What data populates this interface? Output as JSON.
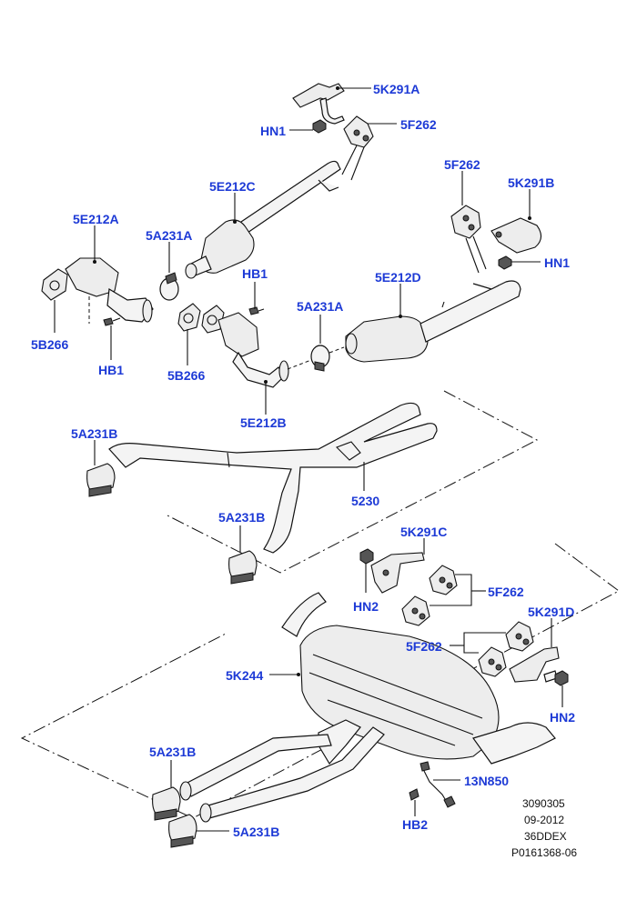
{
  "colors": {
    "label": "#1d3ad6",
    "line": "#111111",
    "part_fill": "#ededed"
  },
  "labels": {
    "5K291A": "5K291A",
    "HN1_top": "HN1",
    "5F262_top": "5F262",
    "5E212C": "5E212C",
    "5F262_right": "5F262",
    "5K291B": "5K291B",
    "HN1_right": "HN1",
    "5E212A": "5E212A",
    "5A231A_left": "5A231A",
    "HB1_right": "HB1",
    "5E212D": "5E212D",
    "5B266_left": "5B266",
    "HB1_left": "HB1",
    "5A231A_right": "5A231A",
    "5B266_mid": "5B266",
    "5E212B": "5E212B",
    "5A231B_top": "5A231B",
    "5230": "5230",
    "5A231B_mid": "5A231B",
    "5K291C": "5K291C",
    "5F262_c": "5F262",
    "HN2_left": "HN2",
    "5K291D": "5K291D",
    "5F262_d": "5F262",
    "5K244": "5K244",
    "HN2_right": "HN2",
    "5A231B_low": "5A231B",
    "13N850": "13N850",
    "HB2": "HB2",
    "5A231B_bottom": "5A231B"
  },
  "caption": {
    "code": "3090305",
    "date": "09-2012",
    "model": "36DDEX",
    "ref": "P0161368-06"
  }
}
